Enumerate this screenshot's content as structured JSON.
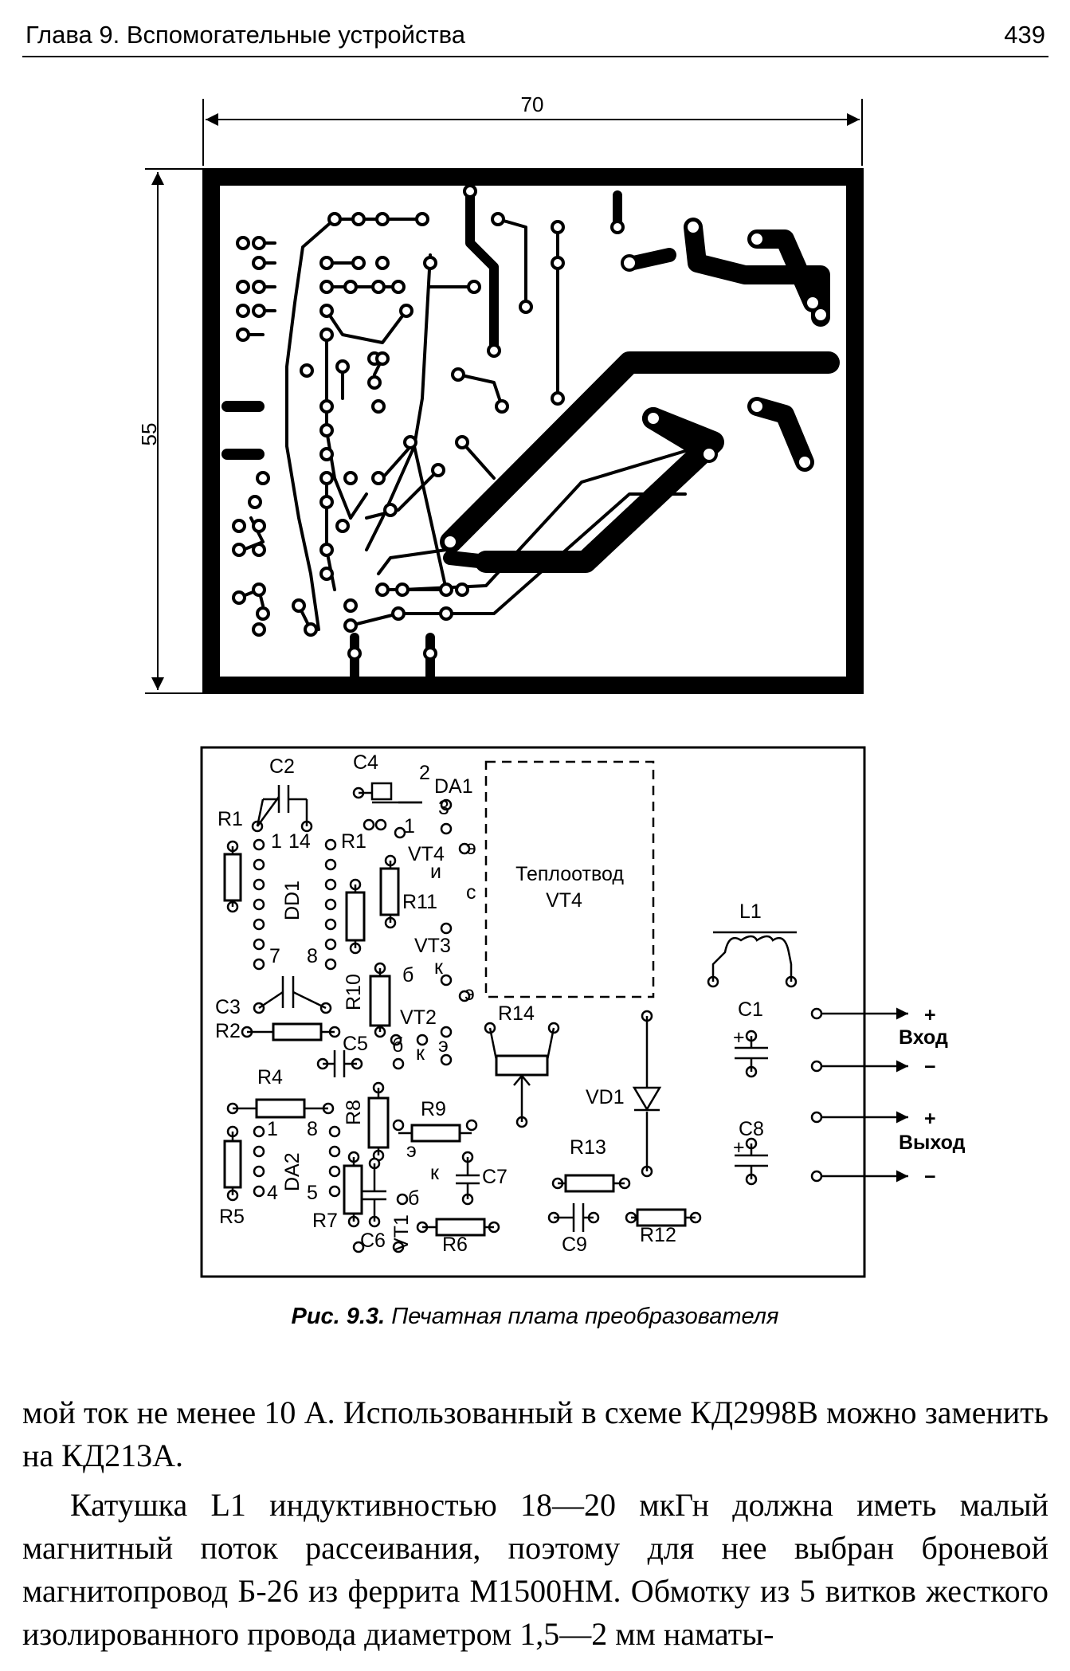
{
  "header": {
    "chapter": "Глава 9. Вспомогательные устройства",
    "page_number": "439"
  },
  "pcb_top": {
    "width_label": "70",
    "height_label": "55"
  },
  "pcb_bottom": {
    "labels": {
      "c2": "C2",
      "c4": "C4",
      "da1": "DA1",
      "pin2": "2",
      "pin3": "3",
      "r1a": "R1",
      "r1b": "R1",
      "pin1a": "1",
      "pin14": "14",
      "pin1b": "1",
      "vt4": "VT4",
      "vt4_e": "э",
      "vt4_i": "и",
      "vt4_c": "с",
      "r11": "R11",
      "dd1": "DD1",
      "heatsink_1": "Теплоотвод",
      "heatsink_2": "VT4",
      "l1": "L1",
      "pin7": "7",
      "pin8a": "8",
      "vt3": "VT3",
      "vt3_b": "б",
      "vt3_k": "к",
      "vt3_e": "э",
      "r10": "R10",
      "r14": "R14",
      "c1": "C1",
      "c3": "C3",
      "r2": "R2",
      "c5": "C5",
      "vt2": "VT2",
      "vt2_b": "б",
      "vt2_k": "к",
      "vt2_e": "э",
      "r4": "R4",
      "vd1": "VD1",
      "r8": "R8",
      "r9": "R9",
      "c8": "C8",
      "pin1c": "1",
      "pin8b": "8",
      "da2": "DA2",
      "vt1_e": "э",
      "vt1_k": "к",
      "c7": "C7",
      "r13": "R13",
      "r5": "R5",
      "pin4": "4",
      "pin5": "5",
      "vt1_b": "б",
      "r7": "R7",
      "c6": "C6",
      "vt1": "VT1",
      "r6": "R6",
      "c9": "C9",
      "r12": "R12",
      "plus1": "+",
      "minus1": "−",
      "plus2": "+",
      "minus2": "−",
      "cplus1": "+",
      "cplus2": "+",
      "input": "Вход",
      "output": "Выход"
    }
  },
  "caption": {
    "prefix": "Рис. 9.3.",
    "text": "Печатная плата преобразователя"
  },
  "paragraphs": [
    "мой ток не менее 10 А. Использованный в схеме КД2998В можно заменить на КД213А.",
    "Катушка L1 индуктивностью 18—20 мкГн должна иметь малый магнитный поток рассеивания, поэтому для нее выбран броневой магнитопровод Б-26 из феррита М1500НМ. Обмотку из 5 витков жесткого изолированного провода диаметром 1,5—2 мм наматы-"
  ]
}
